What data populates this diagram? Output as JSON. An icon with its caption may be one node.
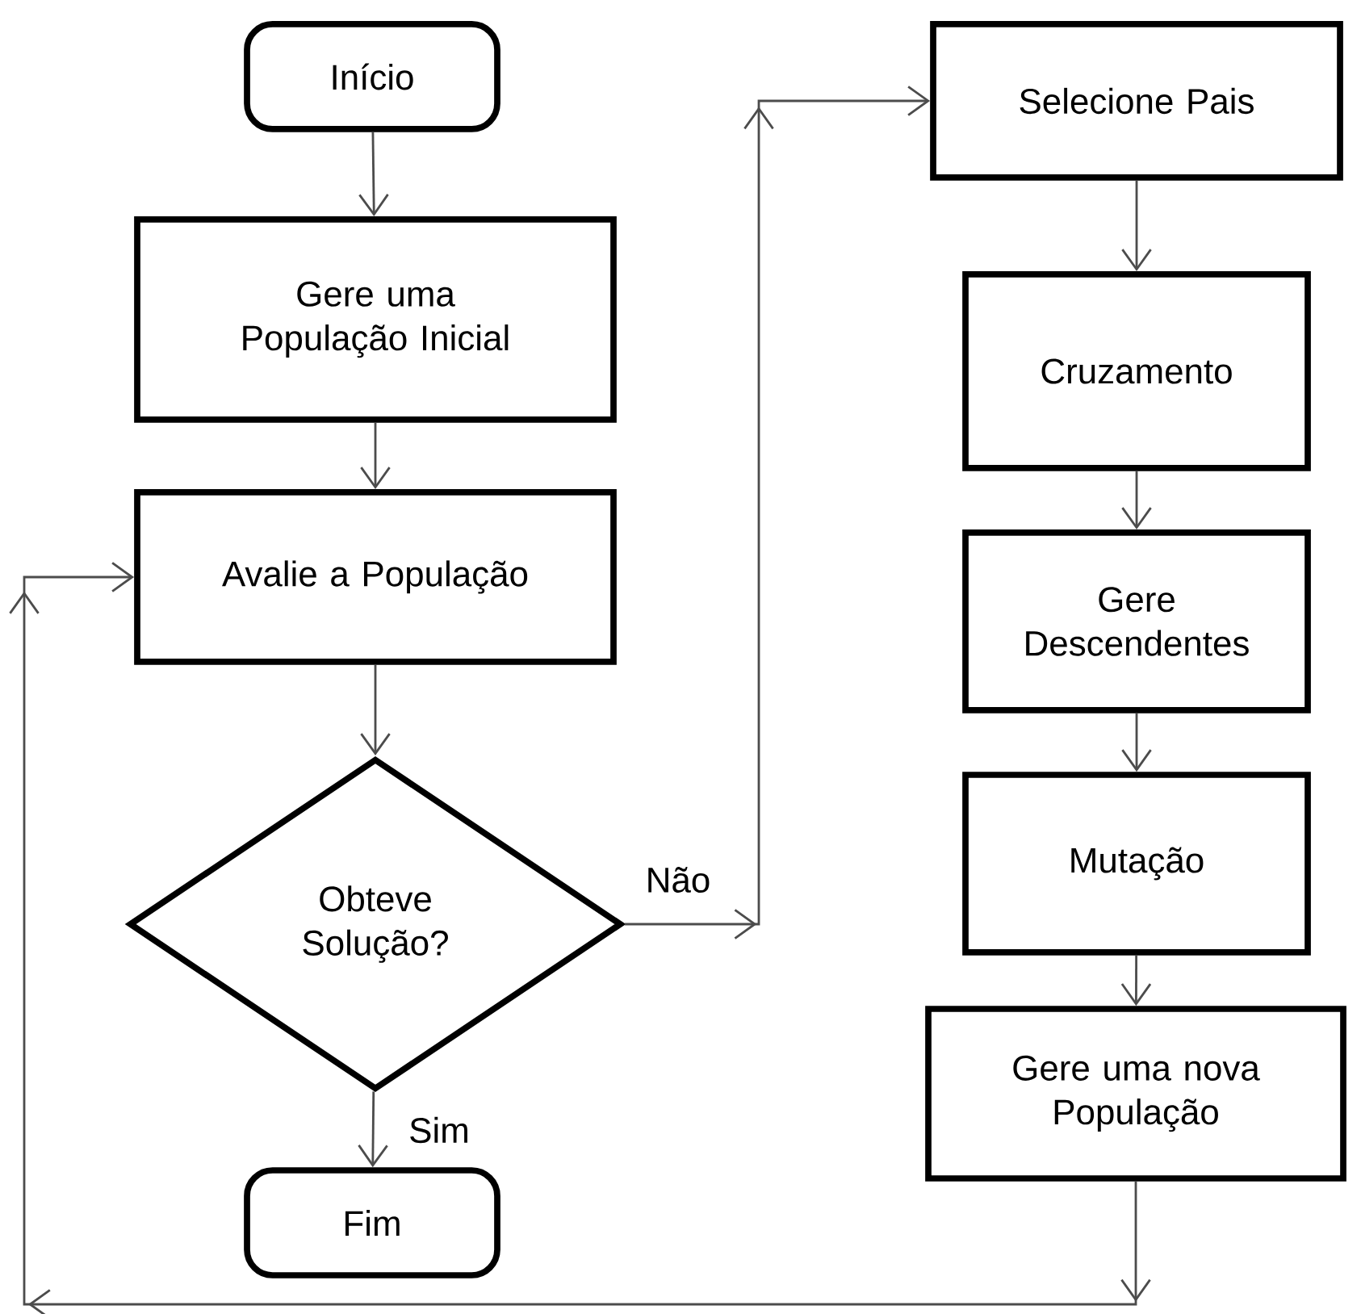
{
  "diagram": {
    "nodes": [
      {
        "text": [
          "Início"
        ]
      },
      {
        "text": [
          "Gere uma População Inicial"
        ]
      },
      {
        "text": [
          "Avalie a População"
        ]
      },
      {
        "text": [
          "Obteve Solução?"
        ]
      },
      {
        "text": [
          "Fim"
        ]
      },
      {
        "text": [
          "Selecione Pais"
        ]
      },
      {
        "text": [
          "Cruzamento"
        ]
      },
      {
        "text": [
          "Gere Descendentes"
        ]
      },
      {
        "text": [
          "Mutação"
        ]
      },
      {
        "text": [
          "Gere uma nova População"
        ]
      }
    ],
    "edges": [
      {
        "from": 0,
        "to": 1,
        "arrow": "to"
      },
      {
        "from": 1,
        "to": 2,
        "arrow": "to"
      },
      {
        "from": 2,
        "to": 3,
        "arrow": "to"
      },
      {
        "from": 3,
        "to": 4,
        "arrow": "to",
        "label": "Sim"
      },
      {
        "from": 3,
        "to": 5,
        "arrow": "to",
        "label": "Não"
      },
      {
        "from": 5,
        "to": 6,
        "arrow": "to"
      },
      {
        "from": 6,
        "to": 7,
        "arrow": "to"
      },
      {
        "from": 7,
        "to": 8,
        "arrow": "to"
      },
      {
        "from": 8,
        "to": 9,
        "arrow": "to"
      },
      {
        "from": 9,
        "to": 2,
        "arrow": "to"
      }
    ]
  }
}
